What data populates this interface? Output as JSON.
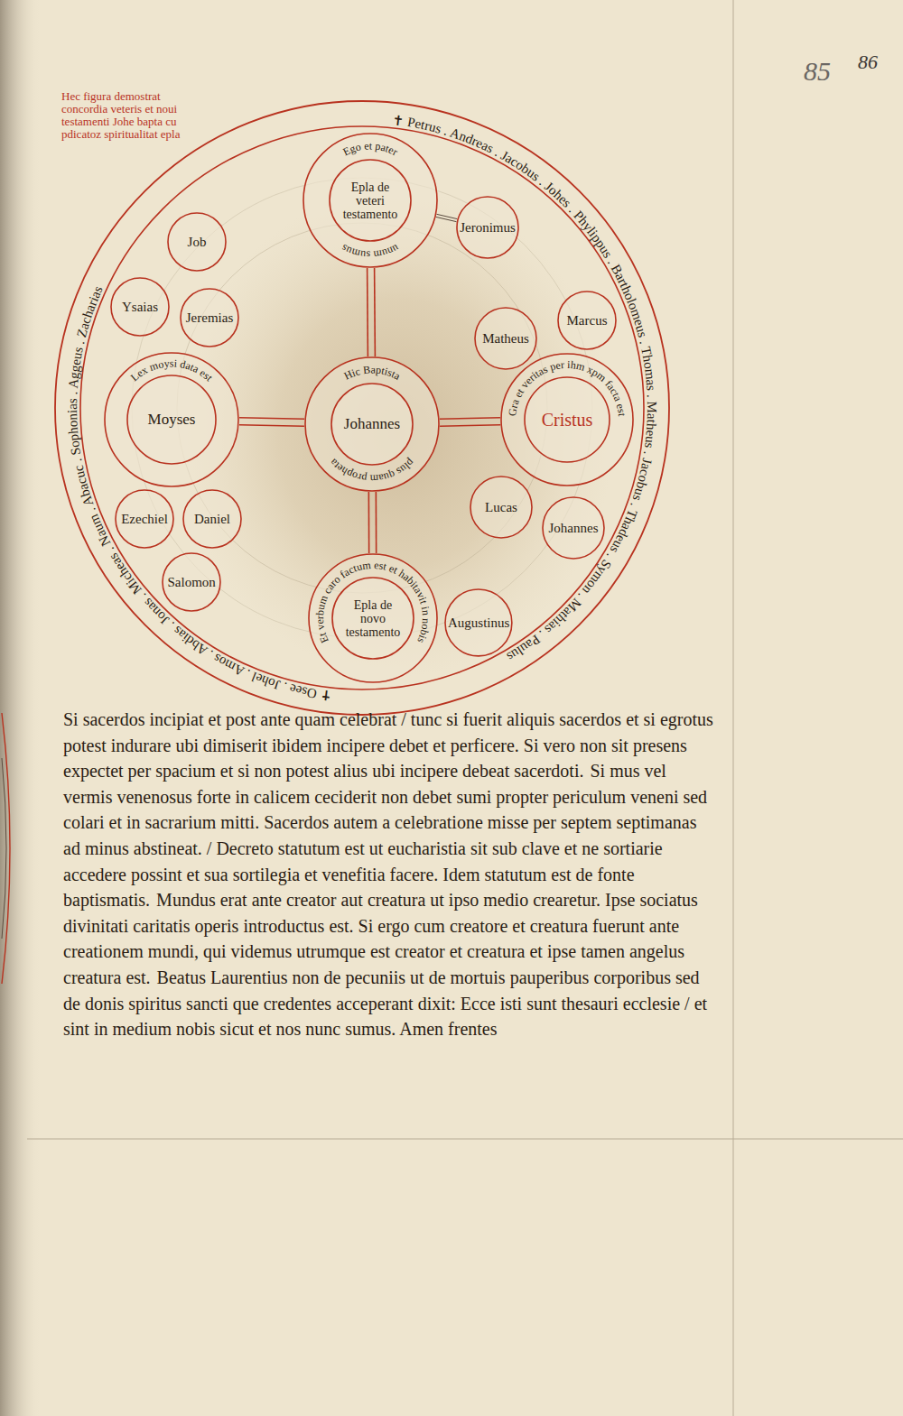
{
  "diagram": {
    "title": "Hec figura demostrat concordia veteris et noui testamenti Johe bapta cu pdicatoz spiritualitat epla",
    "nodes": [
      {
        "text": [
          "Ego et pater",
          "unum sumus"
        ]
      },
      {
        "text": [
          "Epla de veteri testamento"
        ],
        "in": 0
      },
      {
        "text": [
          "Jeronimus"
        ]
      },
      {
        "text": [
          "Job"
        ]
      },
      {
        "text": [
          "Ysaias"
        ]
      },
      {
        "text": [
          "Jeremias"
        ]
      },
      {
        "text": [
          "Lex moysi data est"
        ]
      },
      {
        "text": [
          "Moyses"
        ],
        "in": 6
      },
      {
        "text": [
          "Hic Baptista",
          "plus quam propheta"
        ]
      },
      {
        "text": [
          "Johannes"
        ],
        "in": 8
      },
      {
        "text": [
          "Matheus"
        ]
      },
      {
        "text": [
          "Marcus"
        ]
      },
      {
        "text": [
          "Gra et veritas per ihm xpm facta est"
        ]
      },
      {
        "text": [
          "Cristus"
        ],
        "in": 12
      },
      {
        "text": [
          "Lucas"
        ]
      },
      {
        "text": [
          "Johannes"
        ]
      },
      {
        "text": [
          "Ezechiel"
        ]
      },
      {
        "text": [
          "Daniel"
        ]
      },
      {
        "text": [
          "Salomon"
        ]
      },
      {
        "text": [
          "Et verbum caro factum est et habitavit in nobis"
        ]
      },
      {
        "text": [
          "Epla de novo testamento"
        ],
        "in": 19
      },
      {
        "text": [
          "Augustinus"
        ]
      }
    ],
    "edges": [
      {
        "from": 8,
        "to": 0,
        "arrow": "none"
      },
      {
        "from": 8,
        "to": 6,
        "arrow": "none"
      },
      {
        "from": 8,
        "to": 12,
        "arrow": "none"
      },
      {
        "from": 8,
        "to": 19,
        "arrow": "none"
      },
      {
        "from": 0,
        "to": 2,
        "arrow": "none"
      }
    ],
    "labels": [
      "✝ Petrus . Andreas . Jacobus . Johes . Phylippus . Bartholomeus . Thomas . Matheus . Jacobus . Thadeus . Symon . Mathias . Paulus",
      "✝ Osee . Johel . Amos . Abdias . Jonas . Micheas . Naum . Abacuc . Sophonias . Aggeus . Zacharias",
      "85",
      "86",
      "Si sacerdos incipiat et post ante quam celebrat / tunc si fuerit aliquis sacerdos et si egrotus potest indurare ubi dimiserit ibidem incipere debet et perficere. Si vero non sit presens expectet per spacium et si non potest alius ubi incipere debeat sacerdoti.",
      "Si mus vel vermis venenosus forte in calicem ceciderit non debet sumi propter periculum veneni sed colari et in sacrarium mitti. Sacerdos autem a celebratione misse per septem septimanas ad minus abstineat. / Decreto statutum est ut eucharistia sit sub clave et ne sortiarie accedere possint et sua sortilegia et venefitia facere. Idem statutum est de fonte baptismatis.",
      "Mundus erat ante creator aut creatura ut ipso medio crearetur. Ipse sociatus divinitati caritatis operis introductus est. Si ergo cum creatore et creatura fuerunt ante creationem mundi, qui videmus utrumque est creator et creatura et ipse tamen angelus creatura est.",
      "Beatus Laurentius non de pecuniis ut de mortuis pauperibus corporibus sed de donis spiritus sancti que credentes acceperant dixit: Ecce isti sunt thesauri ecclesie / et sint in medium nobis sicut et nos nunc sumus. Amen frentes"
    ]
  }
}
